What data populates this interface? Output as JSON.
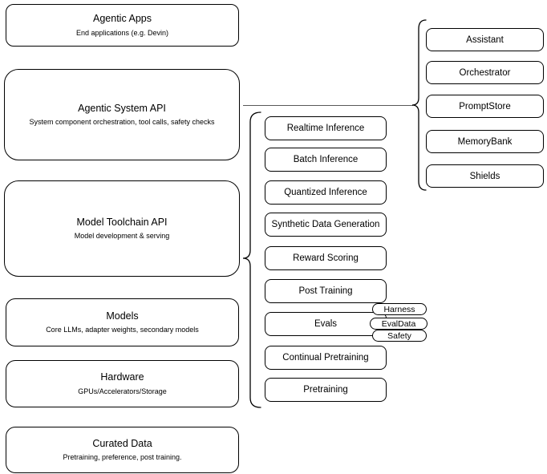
{
  "diagram": {
    "left_stack": {
      "boxes": [
        {
          "title": "Agentic Apps",
          "subtitle": "End applications (e.g. Devin)"
        },
        {
          "title": "Agentic System API",
          "subtitle": "System component orchestration, tool calls, safety checks"
        },
        {
          "title": "Model Toolchain API",
          "subtitle": "Model development & serving"
        },
        {
          "title": "Models",
          "subtitle": "Core LLMs, adapter weights, secondary models"
        },
        {
          "title": "Hardware",
          "subtitle": "GPUs/Accelerators/Storage"
        },
        {
          "title": "Curated Data",
          "subtitle": "Pretraining, preference, post training."
        }
      ]
    },
    "toolchain_group": {
      "items": [
        {
          "label": "Realtime Inference"
        },
        {
          "label": "Batch Inference"
        },
        {
          "label": "Quantized Inference"
        },
        {
          "label": "Synthetic Data Generation"
        },
        {
          "label": "Reward Scoring"
        },
        {
          "label": "Post Training"
        },
        {
          "label": "Evals"
        },
        {
          "label": "Continual Pretraining"
        },
        {
          "label": "Pretraining"
        }
      ],
      "eval_tags": [
        {
          "label": "Harness"
        },
        {
          "label": "EvalData"
        },
        {
          "label": "Safety"
        }
      ]
    },
    "system_group": {
      "items": [
        {
          "label": "Assistant"
        },
        {
          "label": "Orchestrator"
        },
        {
          "label": "PromptStore"
        },
        {
          "label": "MemoryBank"
        },
        {
          "label": "Shields"
        }
      ]
    },
    "colors": {
      "stroke": "#000000",
      "connector": "#595959",
      "fill": "#ffffff",
      "background": "#ffffff"
    }
  }
}
